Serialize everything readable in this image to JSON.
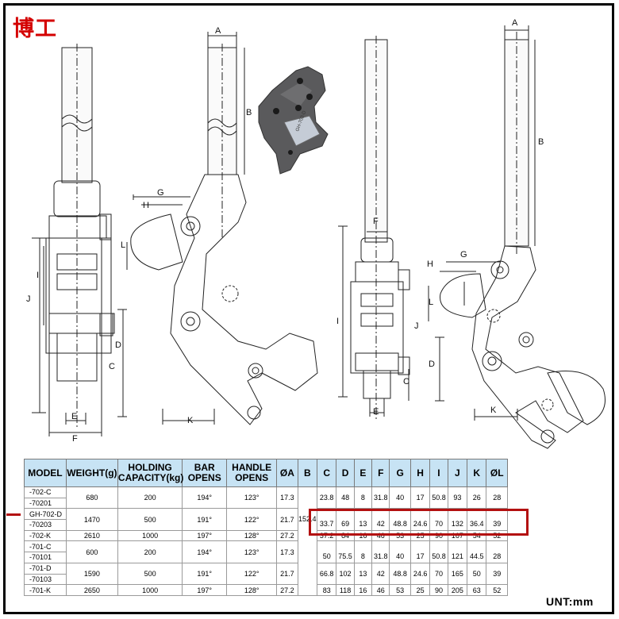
{
  "brand": "博工",
  "unit_label": "UNT:mm",
  "dimension_labels": [
    "A",
    "B",
    "G",
    "H",
    "L",
    "I",
    "J",
    "D",
    "C",
    "E",
    "F",
    "K"
  ],
  "photo_part_code": "GH-702-D",
  "table": {
    "headers": [
      "MODEL",
      "WEIGHT(g)",
      "HOLDING CAPACITY(kg)",
      "BAR OPENS",
      "HANDLE OPENS",
      "ØA",
      "B",
      "C",
      "D",
      "E",
      "F",
      "G",
      "H",
      "I",
      "J",
      "K",
      "ØL"
    ],
    "b_merged": "152.4",
    "groups": [
      {
        "models": [
          "-702-C",
          "-70201"
        ],
        "weight": "680",
        "capacity": "200",
        "bar": "194°",
        "handle": "123°",
        "a": "17.3",
        "c": "23.8",
        "d": "48",
        "e": "8",
        "f": "31.8",
        "g": "40",
        "h": "17",
        "i": "50.8",
        "j": "93",
        "k": "26",
        "l": "28",
        "dims_row": 0
      },
      {
        "models": [
          "GH-702-D",
          "-70203"
        ],
        "weight": "1470",
        "capacity": "500",
        "bar": "191°",
        "handle": "122°",
        "a": "21.7",
        "c": "33.7",
        "d": "69",
        "e": "13",
        "f": "42",
        "g": "48.8",
        "h": "24.6",
        "i": "70",
        "j": "132",
        "k": "36.4",
        "l": "39",
        "dims_row": 1
      },
      {
        "models": [
          "-702-K"
        ],
        "weight": "2610",
        "capacity": "1000",
        "bar": "197°",
        "handle": "128°",
        "a": "27.2",
        "c": "37.2",
        "d": "84",
        "e": "16",
        "f": "46",
        "g": "53",
        "h": "25",
        "i": "90",
        "j": "167",
        "k": "54",
        "l": "52",
        "dims_row": 0
      },
      {
        "models": [
          "-701-C",
          "-70101"
        ],
        "weight": "600",
        "capacity": "200",
        "bar": "194°",
        "handle": "123°",
        "a": "17.3",
        "c": "50",
        "d": "75.5",
        "e": "8",
        "f": "31.8",
        "g": "40",
        "h": "17",
        "i": "50.8",
        "j": "121",
        "k": "44.5",
        "l": "28",
        "dims_row": 1
      },
      {
        "models": [
          "-701-D",
          "-70103"
        ],
        "weight": "1590",
        "capacity": "500",
        "bar": "191°",
        "handle": "122°",
        "a": "21.7",
        "c": "66.8",
        "d": "102",
        "e": "13",
        "f": "42",
        "g": "48.8",
        "h": "24.6",
        "i": "70",
        "j": "165",
        "k": "50",
        "l": "39",
        "dims_row": 0
      },
      {
        "models": [
          "-701-K"
        ],
        "weight": "2650",
        "capacity": "1000",
        "bar": "197°",
        "handle": "128°",
        "a": "27.2",
        "c": "83",
        "d": "118",
        "e": "16",
        "f": "46",
        "g": "53",
        "h": "25",
        "i": "90",
        "j": "205",
        "k": "63",
        "l": "52",
        "dims_row": 0
      }
    ]
  }
}
